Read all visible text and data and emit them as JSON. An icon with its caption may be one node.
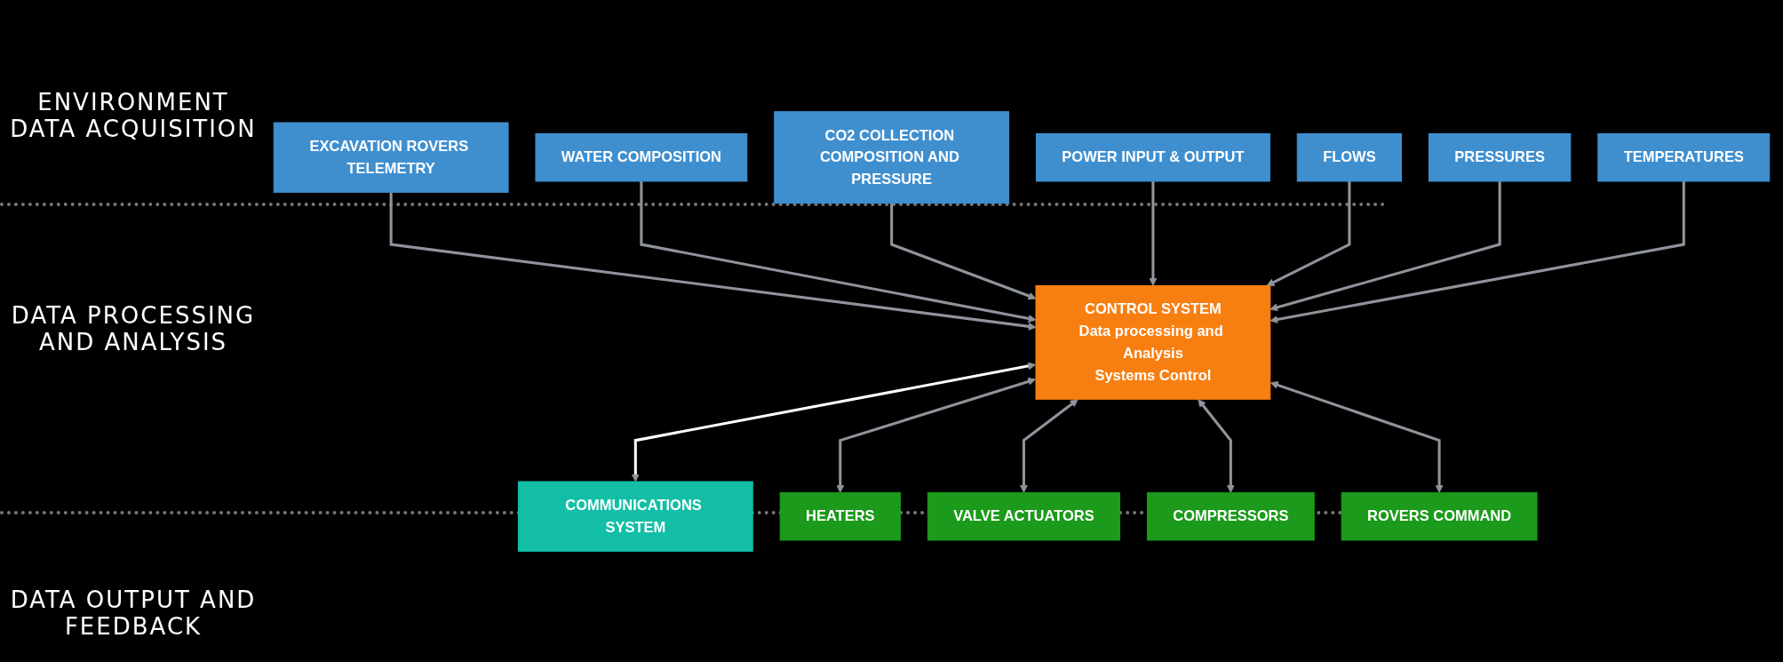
{
  "diagram": {
    "nodes": [
      {
        "text": [
          "EXCAVATION ROVERS TELEMETRY"
        ]
      },
      {
        "text": [
          "WATER COMPOSITION"
        ]
      },
      {
        "text": [
          "CO2 COLLECTION COMPOSITION AND PRESSURE"
        ]
      },
      {
        "text": [
          "POWER INPUT & OUTPUT"
        ]
      },
      {
        "text": [
          "FLOWS"
        ]
      },
      {
        "text": [
          "PRESSURES"
        ]
      },
      {
        "text": [
          "TEMPERATURES"
        ]
      },
      {
        "text": [
          "CONTROL SYSTEM",
          "Data processing and Analysis",
          "Systems Control"
        ]
      },
      {
        "text": [
          "COMMUNICATIONS SYSTEM"
        ]
      },
      {
        "text": [
          "HEATERS"
        ]
      },
      {
        "text": [
          "VALVE ACTUATORS"
        ]
      },
      {
        "text": [
          "COMPRESSORS"
        ]
      },
      {
        "text": [
          "ROVERS COMMAND"
        ]
      }
    ],
    "edges": [
      {
        "from": 0,
        "to": 7,
        "arrow": "to"
      },
      {
        "from": 1,
        "to": 7,
        "arrow": "to"
      },
      {
        "from": 2,
        "to": 7,
        "arrow": "to"
      },
      {
        "from": 3,
        "to": 7,
        "arrow": "to"
      },
      {
        "from": 4,
        "to": 7,
        "arrow": "to"
      },
      {
        "from": 5,
        "to": 7,
        "arrow": "to"
      },
      {
        "from": 6,
        "to": 7,
        "arrow": "to"
      },
      {
        "from": 7,
        "to": 8,
        "arrow": "both",
        "color": "#ffffff"
      },
      {
        "from": 7,
        "to": 9,
        "arrow": "both"
      },
      {
        "from": 7,
        "to": 10,
        "arrow": "both"
      },
      {
        "from": 7,
        "to": 11,
        "arrow": "both"
      },
      {
        "from": 7,
        "to": 12,
        "arrow": "both"
      }
    ],
    "labels": [
      "ENVIRONMENT DATA ACQUISITION",
      "DATA PROCESSING AND ANALYSIS",
      "DATA OUTPUT AND FEEDBACK"
    ]
  }
}
